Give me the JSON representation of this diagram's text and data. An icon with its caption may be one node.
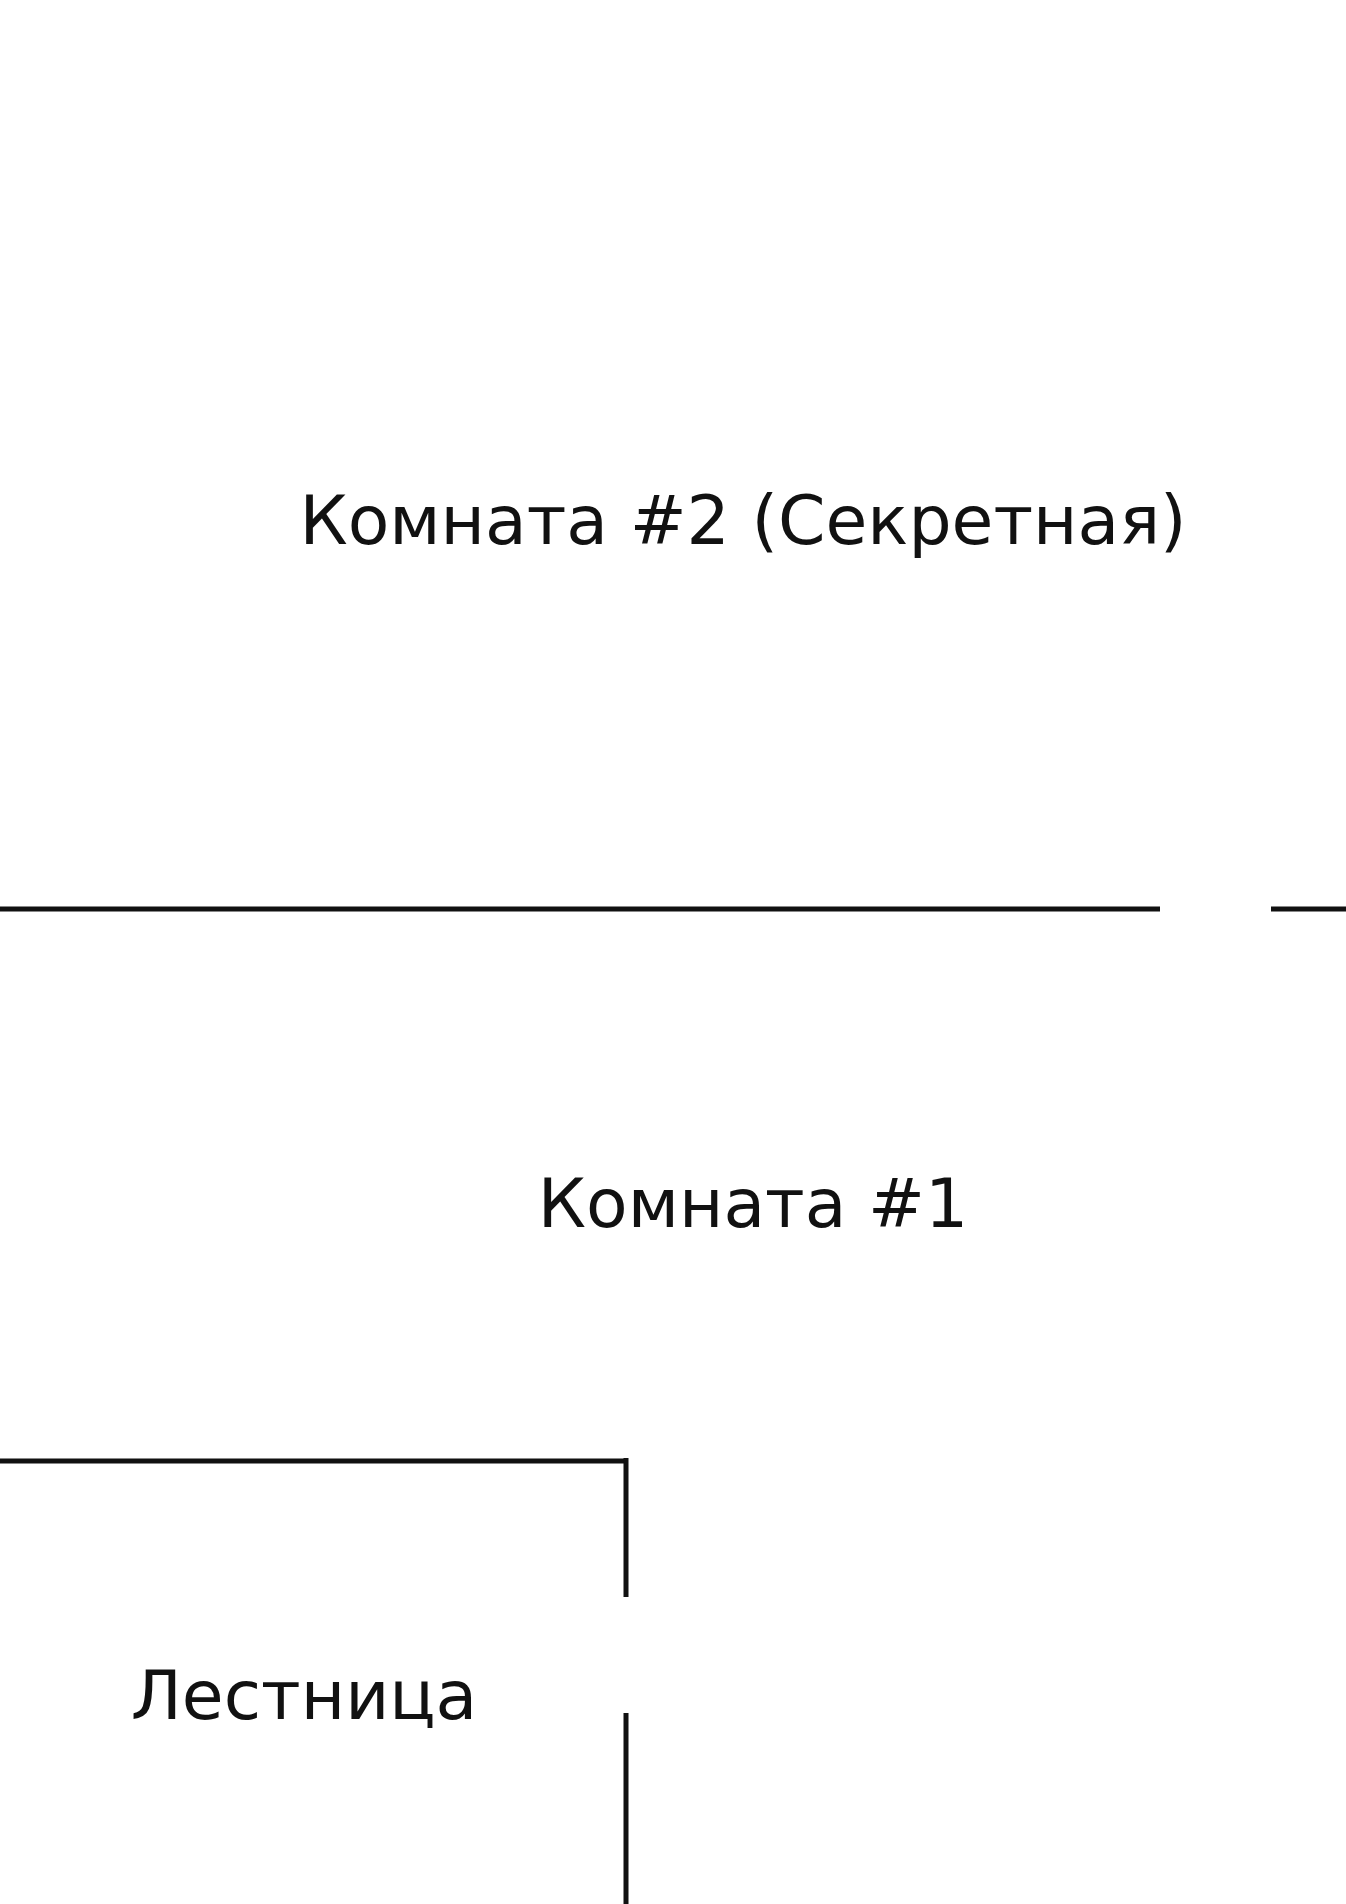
{
  "diagram": {
    "labels": [
      "Комната #2 (Секретная)",
      "Комната #1",
      "Лестница"
    ]
  }
}
